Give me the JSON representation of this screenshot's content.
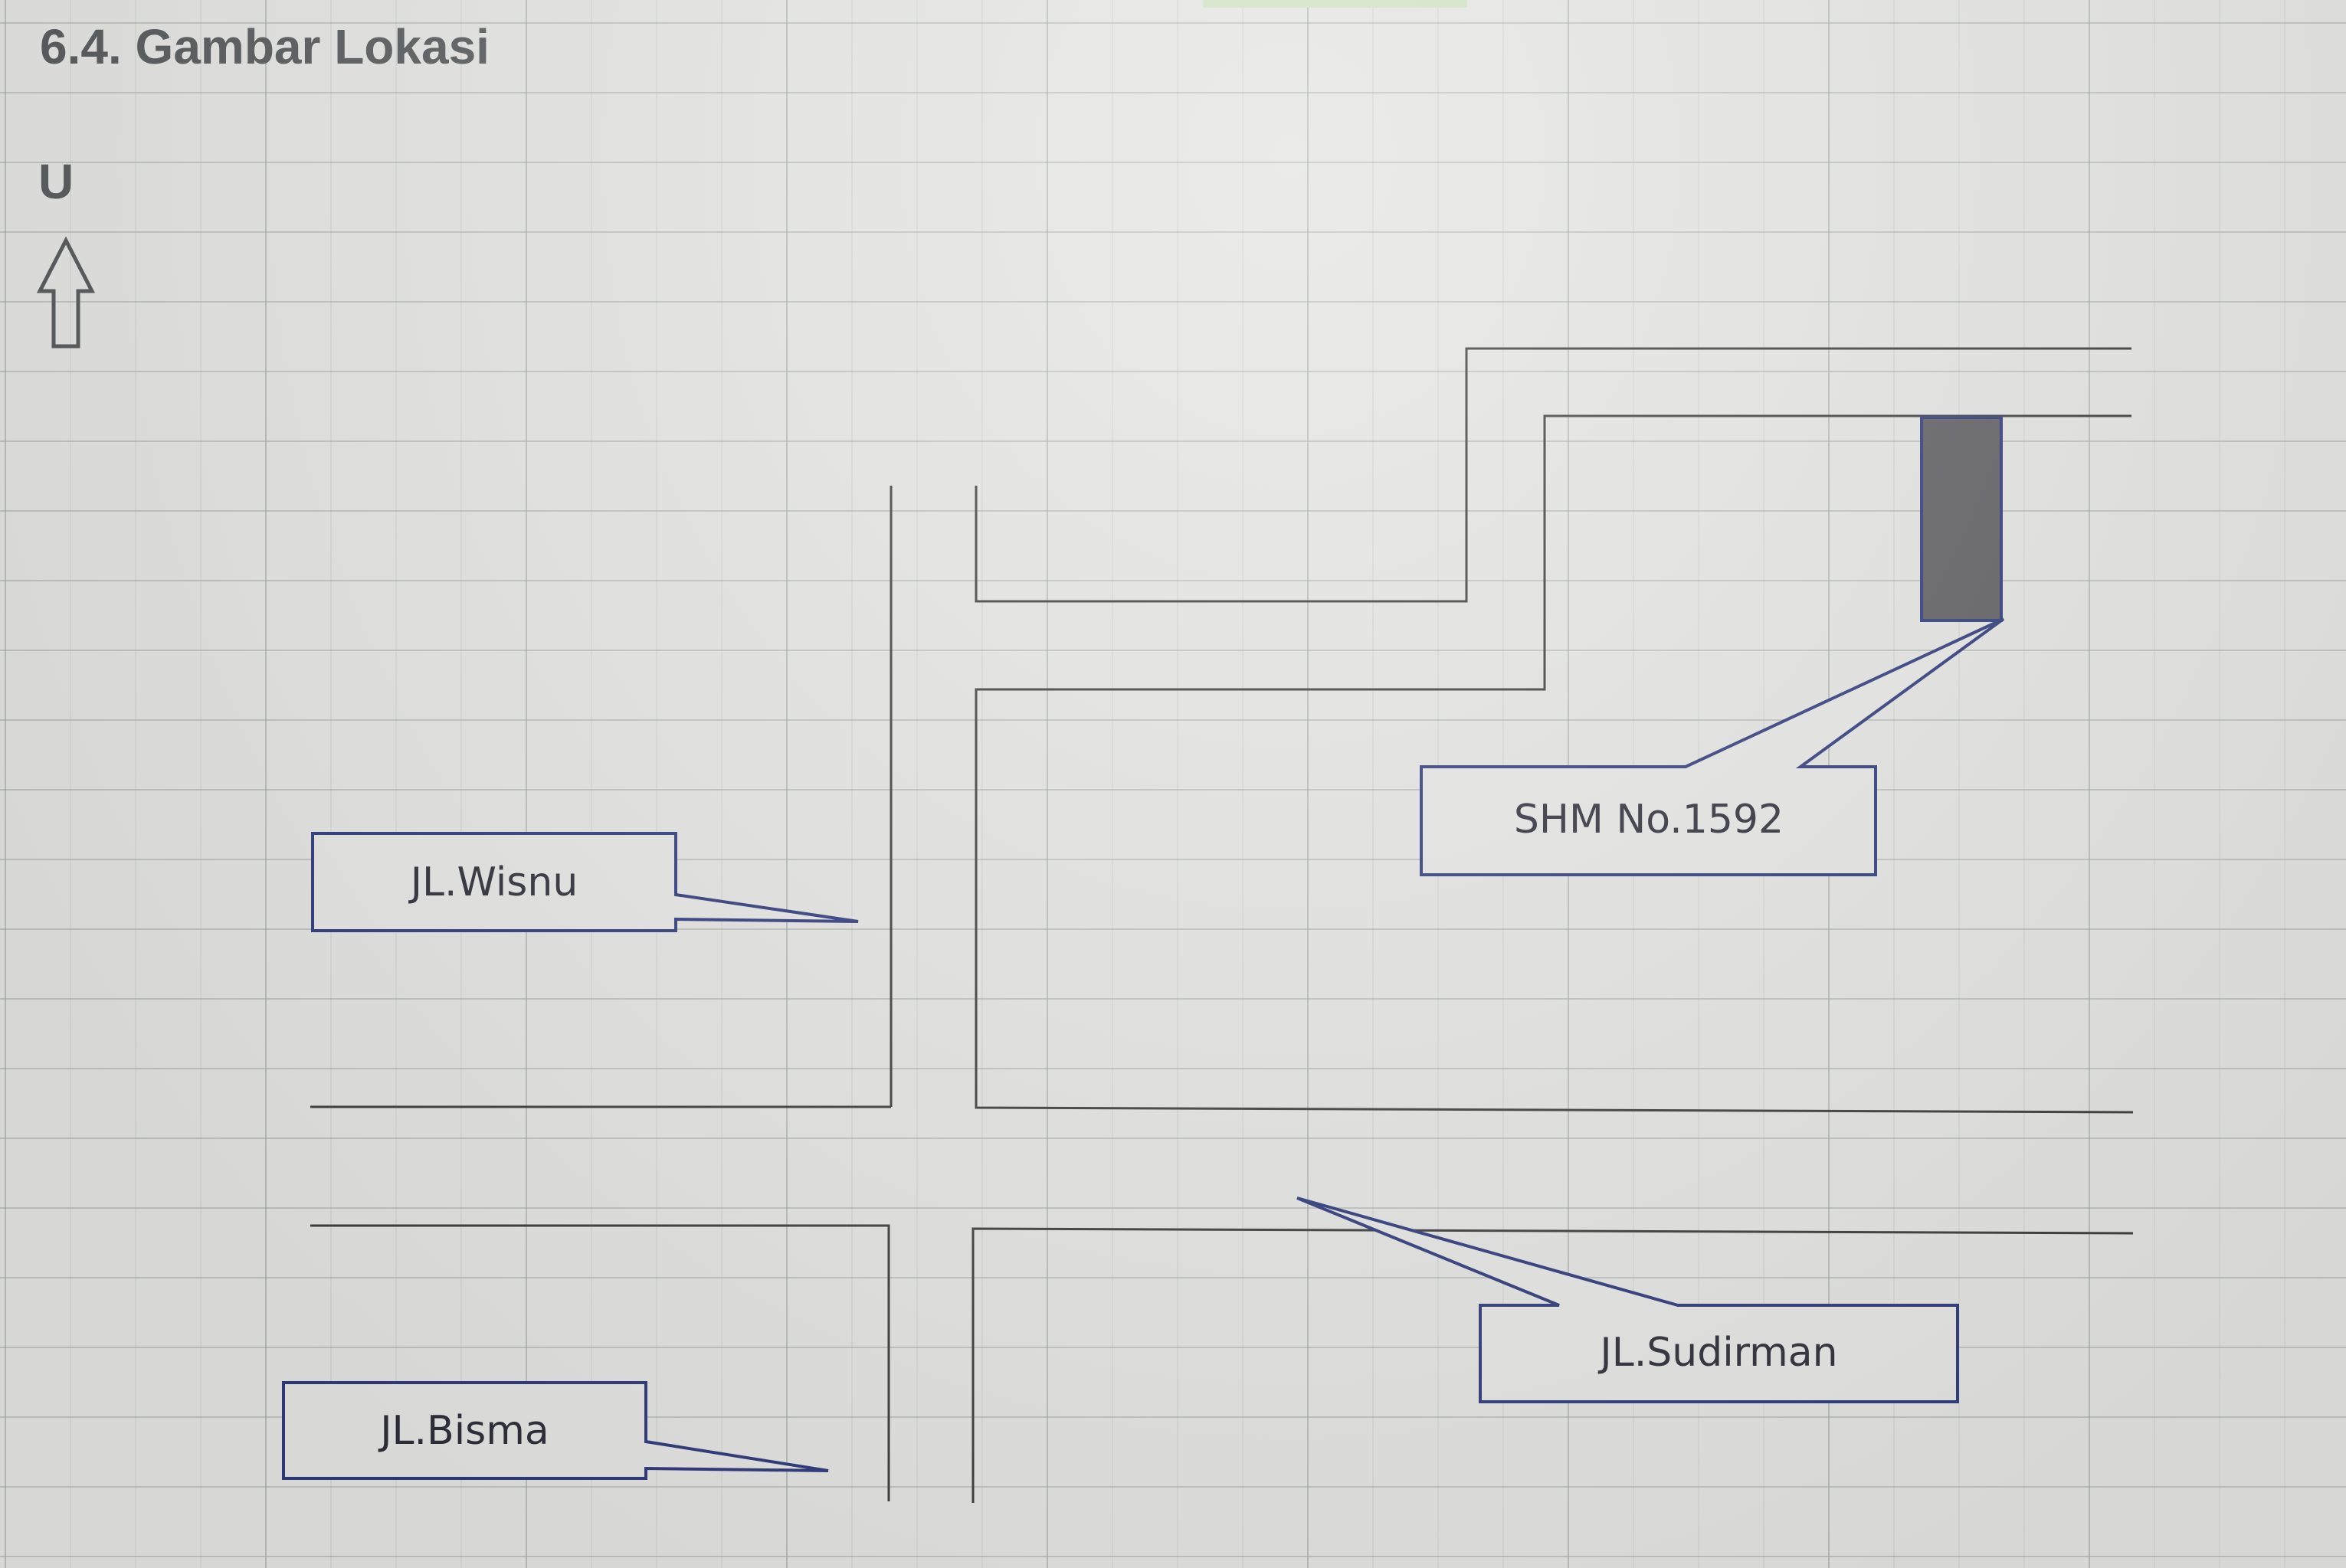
{
  "sheet": {
    "title": "6.4. Gambar Lokasi",
    "north_label": "U"
  },
  "map": {
    "callouts": {
      "parcel": "SHM No.1592",
      "wisnu": "JL.Wisnu",
      "sudirman": "JL.Sudirman",
      "bisma": "JL.Bisma"
    },
    "icons": {
      "north": "north-arrow-icon"
    },
    "colors": {
      "road_line": "#3c3c3c",
      "callout_border": "#2f3a7c",
      "parcel_fill": "#5e5e62"
    }
  }
}
